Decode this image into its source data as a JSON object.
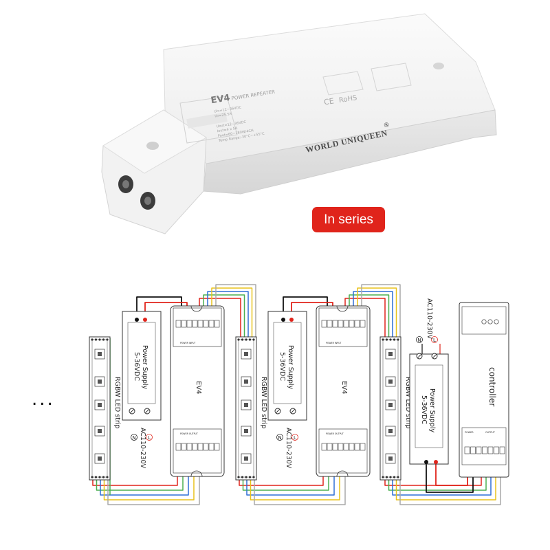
{
  "product": {
    "model": "EV4",
    "name": "POWER REPEATER",
    "brand": "WORLD UNIQUEEN",
    "registered_mark": "®",
    "ce_mark": "CE",
    "rohs_mark": "RoHS",
    "spec_lines": [
      "Uin=12~36VDC",
      "Iin=25.5A",
      "Uout=12~36VDC",
      "Iout=4 x 5A",
      "Pout=60~180W/4CH",
      "Temp Range:-30°C~+55°C"
    ]
  },
  "badge": {
    "label": "In series"
  },
  "ellipsis": "...",
  "diagram": {
    "strip_label": "RGBW LED strip",
    "psu_label_1": "Power Supply",
    "psu_label_2": "5-36VDC",
    "ac_label": "AC110-230V",
    "ev4_label": "EV4",
    "controller_label": "controller",
    "terminal_n": "N",
    "terminal_l": "L",
    "input_label": "POWER INPUT",
    "output_label": "POWER OUTPUT",
    "ctrl_power_label": "POWER",
    "ctrl_output_label": "OUTPUT",
    "wire_colors": {
      "red": "#e0241b",
      "green": "#4caf50",
      "blue": "#2f6fd6",
      "yellow": "#e8c21a",
      "gray": "#a9a9a9",
      "black": "#111111"
    }
  }
}
